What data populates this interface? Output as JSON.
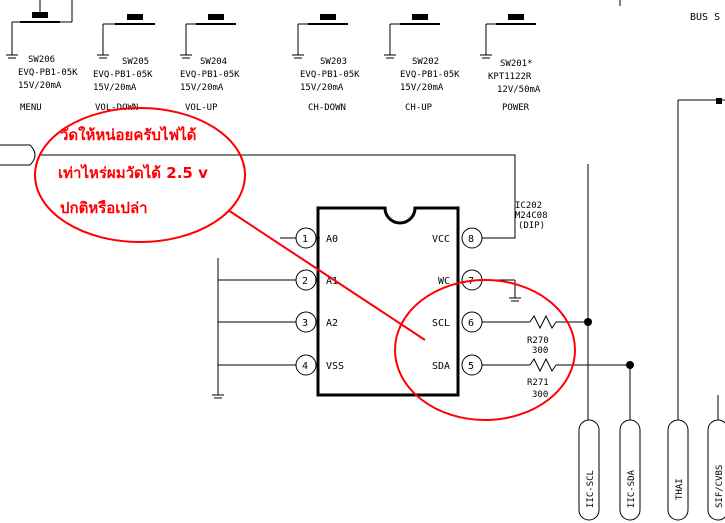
{
  "top_right_label": "BUS S",
  "switches": [
    {
      "ref": "SW206",
      "part": "EVQ-PB1-05K",
      "rating": "15V/20mA",
      "func": "MENU"
    },
    {
      "ref": "SW205",
      "part": "EVQ-PB1-05K",
      "rating": "15V/20mA",
      "func": "VOL-DOWN"
    },
    {
      "ref": "SW204",
      "part": "EVQ-PB1-05K",
      "rating": "15V/20mA",
      "func": "VOL-UP"
    },
    {
      "ref": "SW203",
      "part": "EVQ-PB1-05K",
      "rating": "15V/20mA",
      "func": "CH-DOWN"
    },
    {
      "ref": "SW202",
      "part": "EVQ-PB1-05K",
      "rating": "15V/20mA",
      "func": "CH-UP"
    },
    {
      "ref": "SW201*",
      "part": "KPT1122R",
      "rating": "12V/50mA",
      "func": "POWER"
    }
  ],
  "ic": {
    "ref": "IC202",
    "part": "M24C08",
    "package": "(DIP)",
    "left_pins": [
      {
        "num": "1",
        "name": "A0"
      },
      {
        "num": "2",
        "name": "A1"
      },
      {
        "num": "3",
        "name": "A2"
      },
      {
        "num": "4",
        "name": "VSS"
      }
    ],
    "right_pins": [
      {
        "num": "8",
        "name": "VCC"
      },
      {
        "num": "7",
        "name": "WC"
      },
      {
        "num": "6",
        "name": "SCL"
      },
      {
        "num": "5",
        "name": "SDA"
      }
    ]
  },
  "resistors": [
    {
      "ref": "R270",
      "value": "300"
    },
    {
      "ref": "R271",
      "value": "300"
    }
  ],
  "connectors": [
    {
      "label": "IIC-SCL"
    },
    {
      "label": "IIC-SDA"
    },
    {
      "label": "THAI"
    },
    {
      "label": "SIF/CVBS"
    }
  ],
  "annotation": {
    "lines": [
      "วัดให้หน่อยครับไฟได้",
      "เท่าไหร่ผมวัดได้ 2.5 v",
      "ปกติหรือเปล่า"
    ],
    "color": "#ff0000"
  }
}
